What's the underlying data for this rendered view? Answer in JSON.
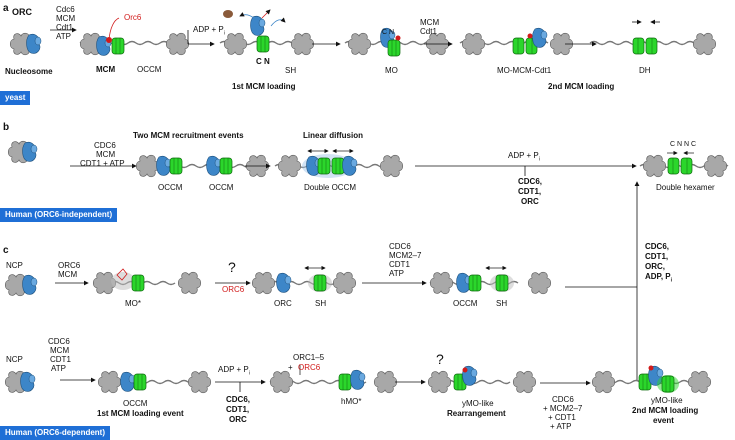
{
  "panels": {
    "a": "a",
    "b": "b",
    "c": "c"
  },
  "banners": {
    "yeast": "yeast",
    "human_independent": "Human (ORC6-independent)",
    "human_dependent": "Human (ORC6-dependent)"
  },
  "panel_a": {
    "orc": "ORC",
    "factors": [
      "Cdc6",
      "MCM",
      "Cdt1",
      "ATP"
    ],
    "nucleosome": "Nucleosome",
    "orc6": "Orc6",
    "mcm": "MCM",
    "occm": "OCCM",
    "adp_pi": "ADP + P",
    "pi_sub": "i",
    "c_n": "C N",
    "sh": "SH",
    "first_loading": "1st MCM loading",
    "c_n2": "C N",
    "mo": "MO",
    "mcm_cdt1": [
      "MCM",
      "Cdt1"
    ],
    "mo_mcm_cdt1": "MO-MCM-Cdt1",
    "second_loading": "2nd MCM loading",
    "dh": "DH"
  },
  "panel_b": {
    "factors": [
      "CDC6",
      "MCM",
      "CDT1 + ATP"
    ],
    "two_recruit": "Two MCM recruitment events",
    "occm1": "OCCM",
    "occm2": "OCCM",
    "linear_diffusion": "Linear diffusion",
    "double_occm": "Double OCCM",
    "adp_pi": "ADP + P",
    "pi_sub": "i",
    "release": [
      "CDC6,",
      "CDT1,",
      "ORC"
    ],
    "cnnc": "C N N C",
    "double_hexamer": "Double hexamer"
  },
  "panel_c": {
    "ncp1": "NCP",
    "orc6_mcm": [
      "ORC6",
      "MCM"
    ],
    "mo_star": "MO*",
    "question1": "?",
    "orc6_red": "ORC6",
    "orc": "ORC",
    "sh1": "SH",
    "factors_mid": [
      "CDC6",
      "MCM2–7",
      "CDT1",
      "ATP"
    ],
    "occm": "OCCM",
    "sh2": "SH",
    "right_release": [
      "CDC6,",
      "CDT1,",
      "ORC,",
      "ADP, P"
    ],
    "right_pi": "i",
    "ncp2": "NCP",
    "factors_bottom": [
      "CDC6",
      "MCM",
      "CDT1",
      "ATP"
    ],
    "occm_bottom": "OCCM",
    "first_loading_event": "1st MCM loading event",
    "adp_pi": "ADP + P",
    "pi_sub": "i",
    "release_bottom": [
      "CDC6,",
      "CDT1,",
      "ORC"
    ],
    "orc15": "ORC1–5",
    "plus": "+",
    "orc6_red2": "ORC6",
    "hmo_star": "hMO*",
    "question2": "?",
    "ymo_like": "yMO-like",
    "rearrangement": "Rearrangement",
    "factors_last": [
      "CDC6",
      "+ MCM2–7",
      "+ CDT1",
      "+ ATP"
    ],
    "ymo_like2": "yMO-like",
    "second_loading_event": [
      "2nd MCM loading",
      "event"
    ]
  },
  "colors": {
    "mcm_green": "#2bd62b",
    "orc_blue": "#3d86c8",
    "nucleosome_gray": "#a8a8a8",
    "orc6_red": "#d11a1a",
    "cdc6_brown": "#8a5a3a",
    "banner_blue": "#1f6fd6"
  }
}
